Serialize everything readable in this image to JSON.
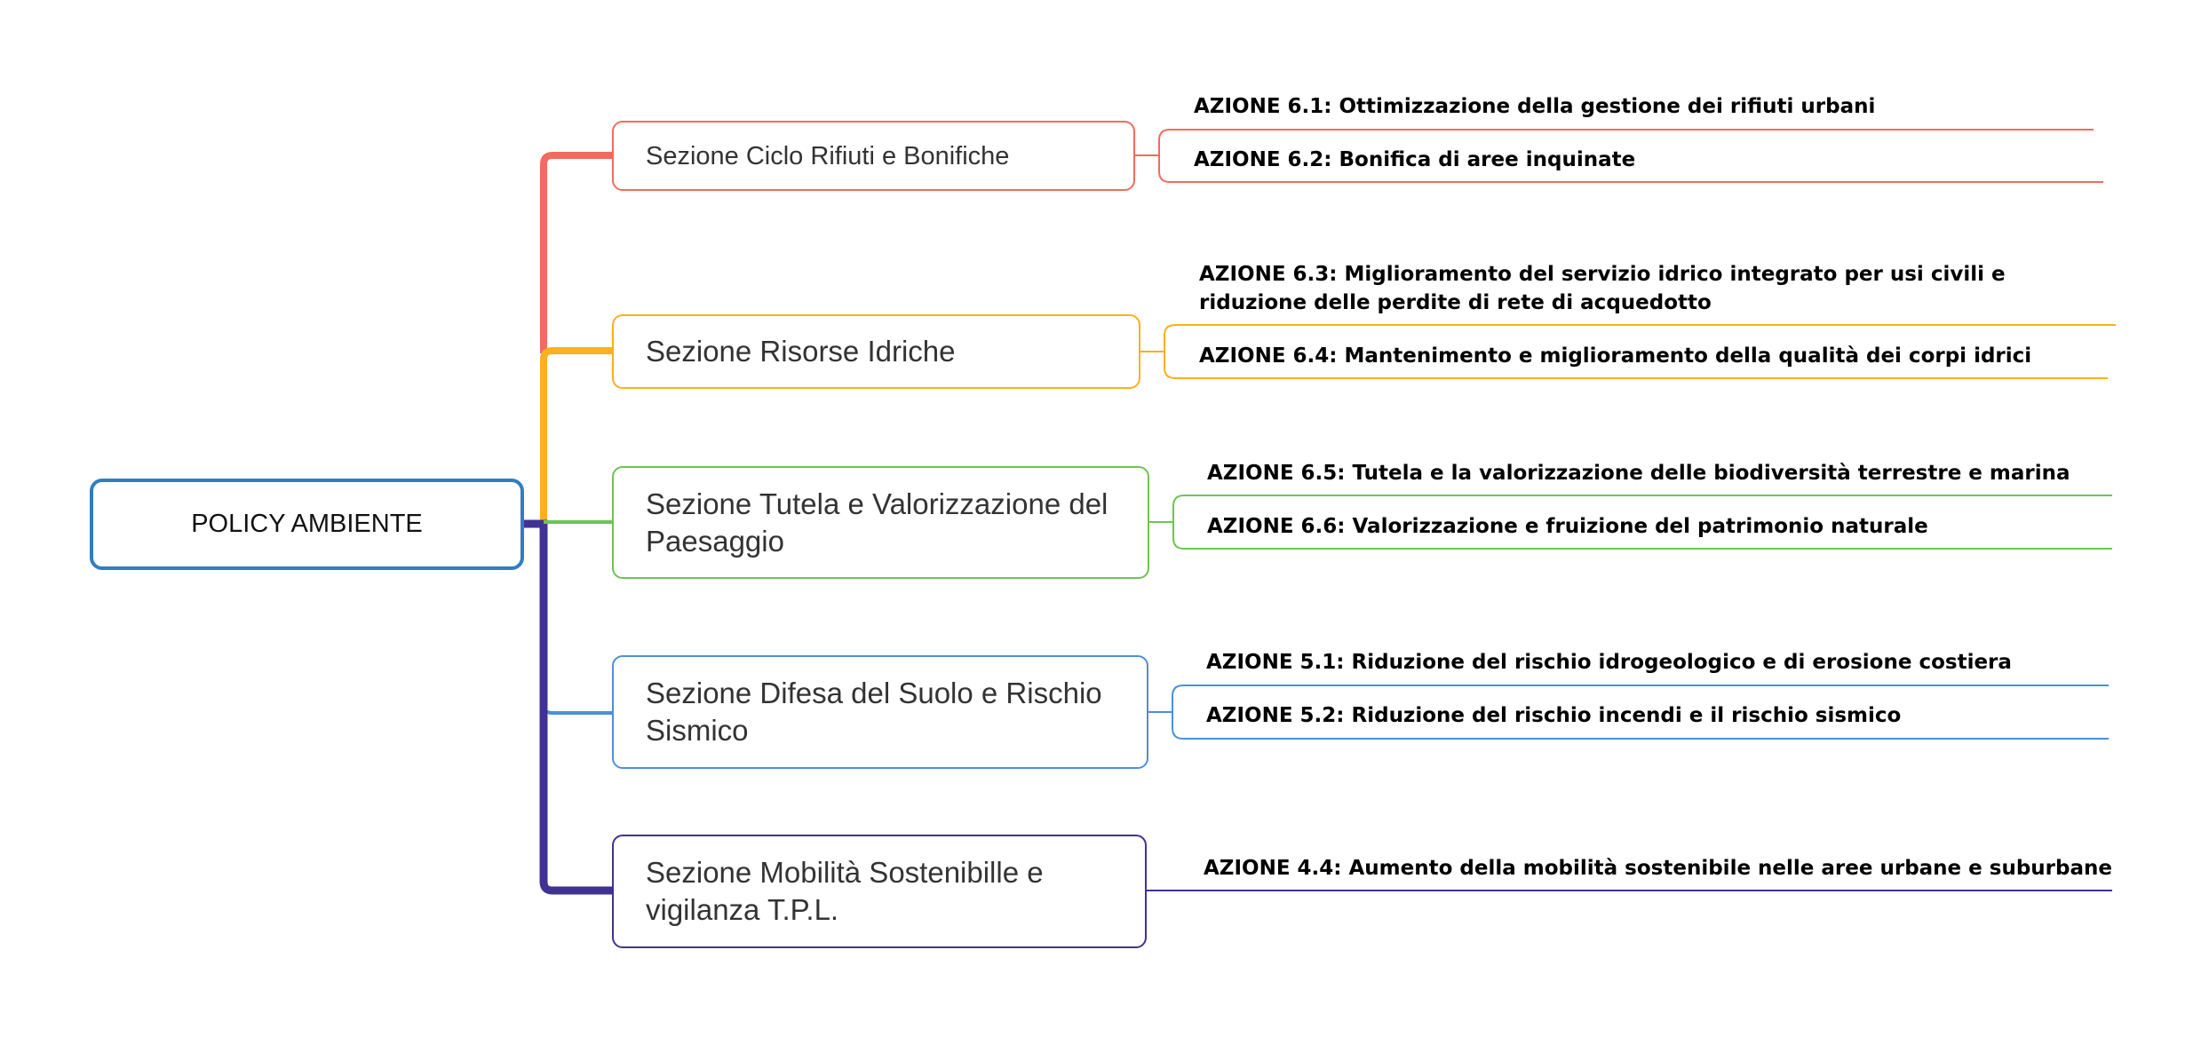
{
  "root": {
    "label": "POLICY AMBIENTE",
    "color": "#2f7ec1"
  },
  "sections": [
    {
      "label": "Sezione Ciclo Rifiuti e Bonifiche",
      "color": "#f26b5e",
      "actions": [
        "AZIONE 6.1: Ottimizzazione della gestione dei rifiuti urbani",
        "AZIONE 6.2: Bonifica di aree inquinate"
      ]
    },
    {
      "label": "Sezione Risorse Idriche",
      "color": "#fbb01c",
      "actions": [
        "AZIONE 6.3: Miglioramento del servizio idrico integrato per usi civili e riduzione delle perdite di rete di acquedotto",
        "AZIONE 6.4: Mantenimento e miglioramento della qualità dei corpi idrici"
      ]
    },
    {
      "label": "Sezione Tutela e Valorizzazione del Paesaggio",
      "color": "#6cc551",
      "actions": [
        "AZIONE 6.5: Tutela e la valorizzazione delle biodiversità terrestre e marina",
        "AZIONE 6.6: Valorizzazione e fruizione del patrimonio naturale"
      ]
    },
    {
      "label": "Sezione Difesa del Suolo e Rischio Sismico",
      "color": "#4a90dc",
      "actions": [
        "AZIONE 5.1: Riduzione del rischio idrogeologico e di erosione costiera",
        "AZIONE 5.2: Riduzione del rischio incendi e il rischio sismico"
      ]
    },
    {
      "label": "Sezione Mobilità Sostenibille e vigilanza T.P.L.",
      "color": "#3f3294",
      "actions": [
        "AZIONE 4.4: Aumento della mobilità sostenibile nelle aree urbane e suburbane"
      ]
    }
  ]
}
